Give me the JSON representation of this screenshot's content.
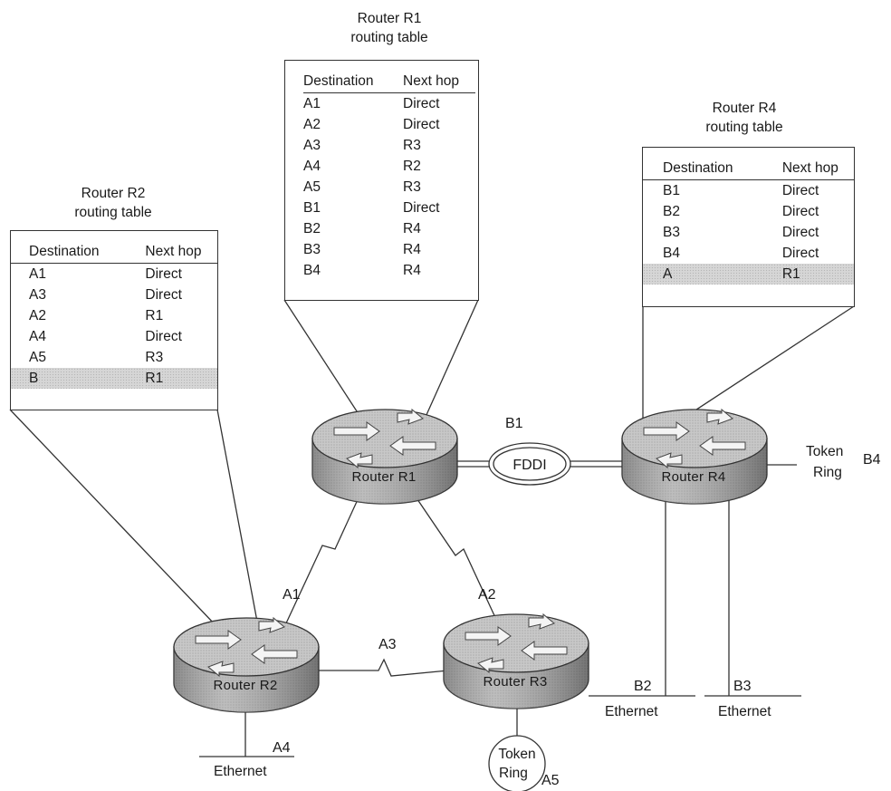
{
  "tables": {
    "r1": {
      "title_line1": "Router R1",
      "title_line2": "routing table",
      "col_dest": "Destination",
      "col_hop": "Next hop",
      "rows": [
        {
          "dest": "A1",
          "hop": "Direct"
        },
        {
          "dest": "A2",
          "hop": "Direct"
        },
        {
          "dest": "A3",
          "hop": "R3"
        },
        {
          "dest": "A4",
          "hop": "R2"
        },
        {
          "dest": "A5",
          "hop": "R3"
        },
        {
          "dest": "B1",
          "hop": "Direct"
        },
        {
          "dest": "B2",
          "hop": "R4"
        },
        {
          "dest": "B3",
          "hop": "R4"
        },
        {
          "dest": "B4",
          "hop": "R4"
        }
      ]
    },
    "r2": {
      "title_line1": "Router R2",
      "title_line2": "routing table",
      "col_dest": "Destination",
      "col_hop": "Next hop",
      "rows": [
        {
          "dest": "A1",
          "hop": "Direct"
        },
        {
          "dest": "A3",
          "hop": "Direct"
        },
        {
          "dest": "A2",
          "hop": "R1"
        },
        {
          "dest": "A4",
          "hop": "Direct"
        },
        {
          "dest": "A5",
          "hop": "R3"
        },
        {
          "dest": "B",
          "hop": "R1",
          "highlight": true
        }
      ]
    },
    "r4": {
      "title_line1": "Router R4",
      "title_line2": "routing table",
      "col_dest": "Destination",
      "col_hop": "Next hop",
      "rows": [
        {
          "dest": "B1",
          "hop": "Direct"
        },
        {
          "dest": "B2",
          "hop": "Direct"
        },
        {
          "dest": "B3",
          "hop": "Direct"
        },
        {
          "dest": "B4",
          "hop": "Direct"
        },
        {
          "dest": "A",
          "hop": "R1",
          "highlight": true
        }
      ]
    }
  },
  "routers": {
    "r1": "Router R1",
    "r2": "Router R2",
    "r3": "Router R3",
    "r4": "Router R4"
  },
  "links": {
    "a1": "A1",
    "a2": "A2",
    "a3": "A3",
    "b1": "B1",
    "fddi": "FDDI"
  },
  "networks": {
    "b2_label": "B2",
    "b2_type": "Ethernet",
    "b3_label": "B3",
    "b3_type": "Ethernet",
    "b4_label": "B4",
    "b4_type_line1": "Token",
    "b4_type_line2": "Ring",
    "a4_label": "A4",
    "a4_type": "Ethernet",
    "a5_label": "A5",
    "a5_type_line1": "Token",
    "a5_type_line2": "Ring"
  },
  "colors": {
    "router_body": "#9a9a9a",
    "router_top": "#c4c4c4",
    "highlight_row": "#d6d6d6",
    "line": "#333333"
  }
}
